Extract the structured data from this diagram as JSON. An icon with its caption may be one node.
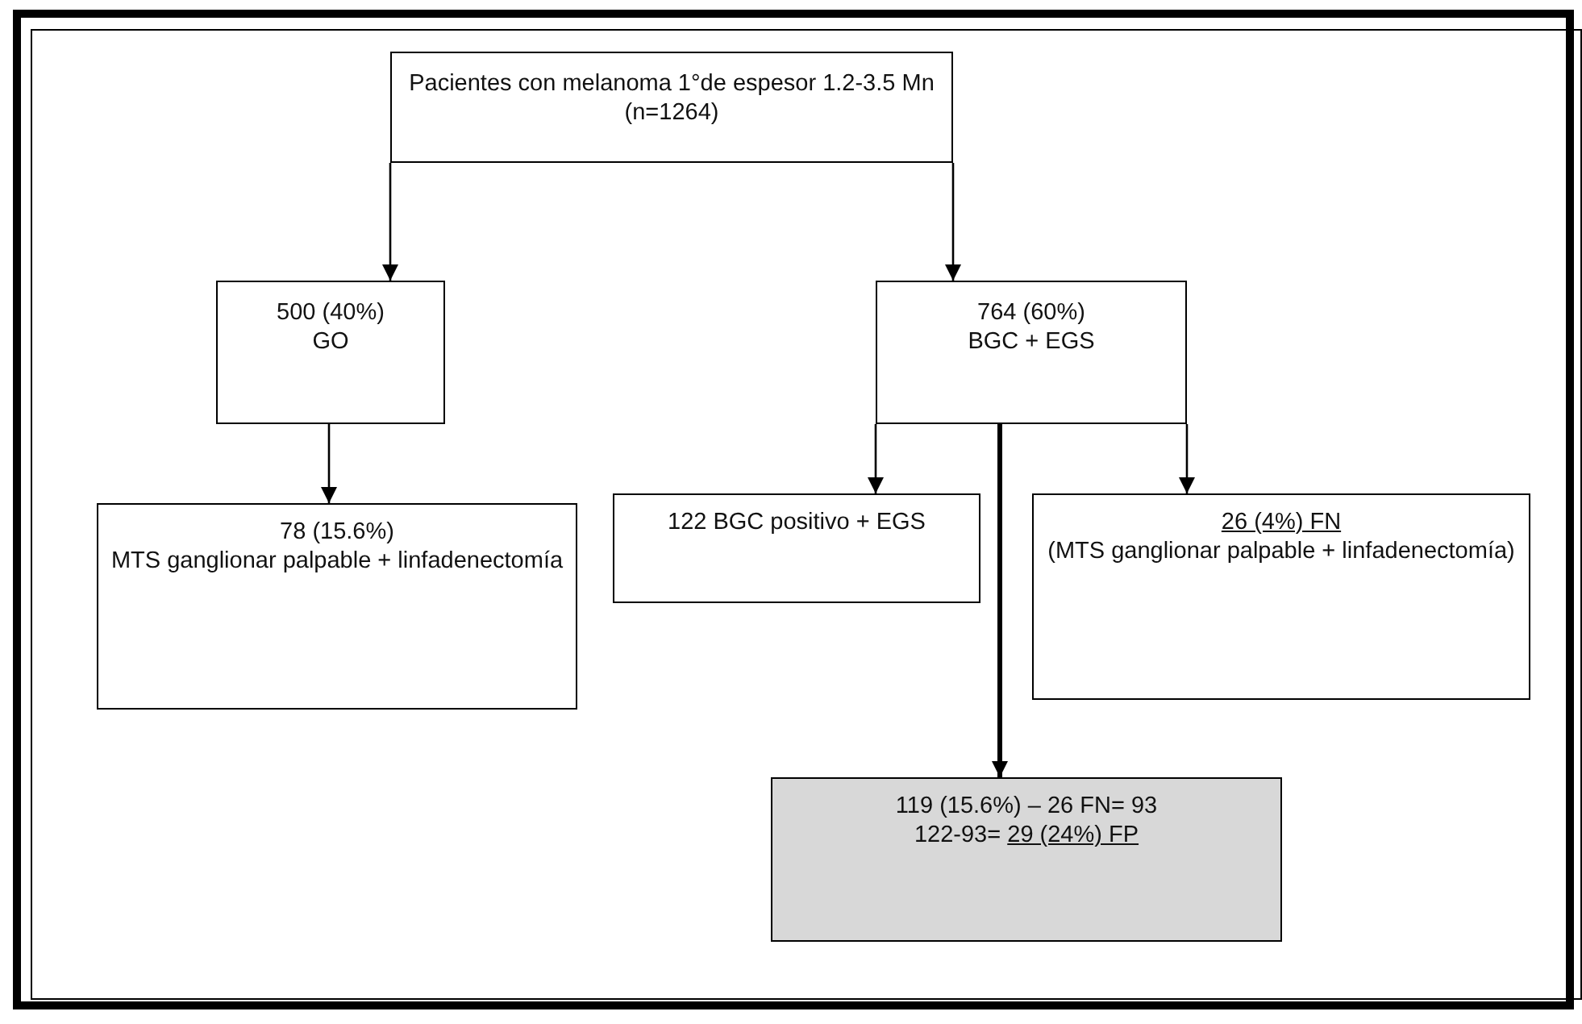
{
  "diagram": {
    "nodes": [
      {
        "text": [
          "Pacientes con melanoma 1°de espesor 1.2-3.5 Mn (n=1264)"
        ]
      },
      {
        "text": [
          "500 (40%)",
          "GO"
        ]
      },
      {
        "text": [
          "764 (60%)",
          "BGC + EGS"
        ]
      },
      {
        "text": [
          "78 (15.6%)",
          "MTS ganglionar palpable + linfadenectomía"
        ]
      },
      {
        "text": [
          "122 BGC positivo + EGS"
        ]
      },
      {
        "text": [
          "26 (4%) FN",
          "(MTS ganglionar palpable + linfadenectomía)"
        ]
      },
      {
        "text": [
          "119 (15.6%) – 26 FN= 93",
          "122-93= 29 (24%) FP"
        ]
      }
    ],
    "edges": [
      {
        "from": 0,
        "to": 1,
        "arrow": "to"
      },
      {
        "from": 0,
        "to": 2,
        "arrow": "to"
      },
      {
        "from": 1,
        "to": 3,
        "arrow": "to"
      },
      {
        "from": 2,
        "to": 4,
        "arrow": "to"
      },
      {
        "from": 2,
        "to": 5,
        "arrow": "to"
      },
      {
        "from": 2,
        "to": 6,
        "arrow": "to",
        "style": "thick"
      }
    ]
  }
}
